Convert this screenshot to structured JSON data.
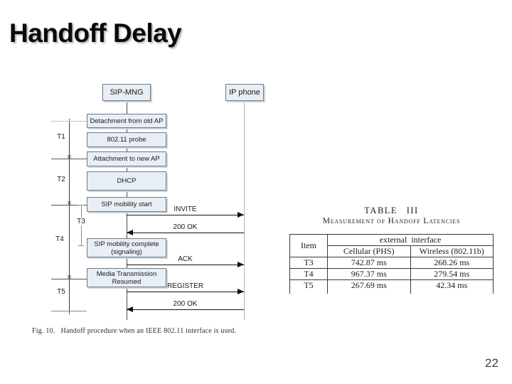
{
  "slide": {
    "title": "Handoff Delay",
    "page_number": "22"
  },
  "diagram": {
    "actors": [
      {
        "label": "SIP-MNG"
      },
      {
        "label": "IP phone"
      }
    ],
    "steps": [
      {
        "label": "Detachment from old AP"
      },
      {
        "label": "802.11 probe"
      },
      {
        "label": "Attachment to new AP"
      },
      {
        "label": "DHCP"
      },
      {
        "label": "SIP mobility start"
      },
      {
        "label": "SIP mobility complete\n(signaling)"
      },
      {
        "label": "Media Transmission\nResumed"
      }
    ],
    "intervals": [
      {
        "label": "T1"
      },
      {
        "label": "T2"
      },
      {
        "label": "T3"
      },
      {
        "label": "T4"
      },
      {
        "label": "T5"
      }
    ],
    "messages": [
      {
        "label": "INVITE",
        "direction": "right"
      },
      {
        "label": "200 OK",
        "direction": "left"
      },
      {
        "label": "ACK",
        "direction": "right"
      },
      {
        "label": "REGISTER",
        "direction": "right"
      },
      {
        "label": "200 OK",
        "direction": "left"
      }
    ],
    "caption": "Fig. 10.   Handoff procedure when an IEEE 802.11 interface is used."
  },
  "table": {
    "title": "TABLE III",
    "subtitle": "Measurement of Handoff Latencies",
    "col_group_header": "external interface",
    "columns": [
      "Item",
      "Cellular (PHS)",
      "Wireless (802.11b)"
    ],
    "rows": [
      [
        "T3",
        "742.87 ms",
        "268.26 ms"
      ],
      [
        "T4",
        "967.37 ms",
        "279.54 ms"
      ],
      [
        "T5",
        "267.69 ms",
        "42.34 ms"
      ]
    ]
  },
  "colors": {
    "box_fill": "#e8eef5",
    "box_border": "#6e7b87",
    "line": "#141414",
    "background": "#ffffff"
  }
}
